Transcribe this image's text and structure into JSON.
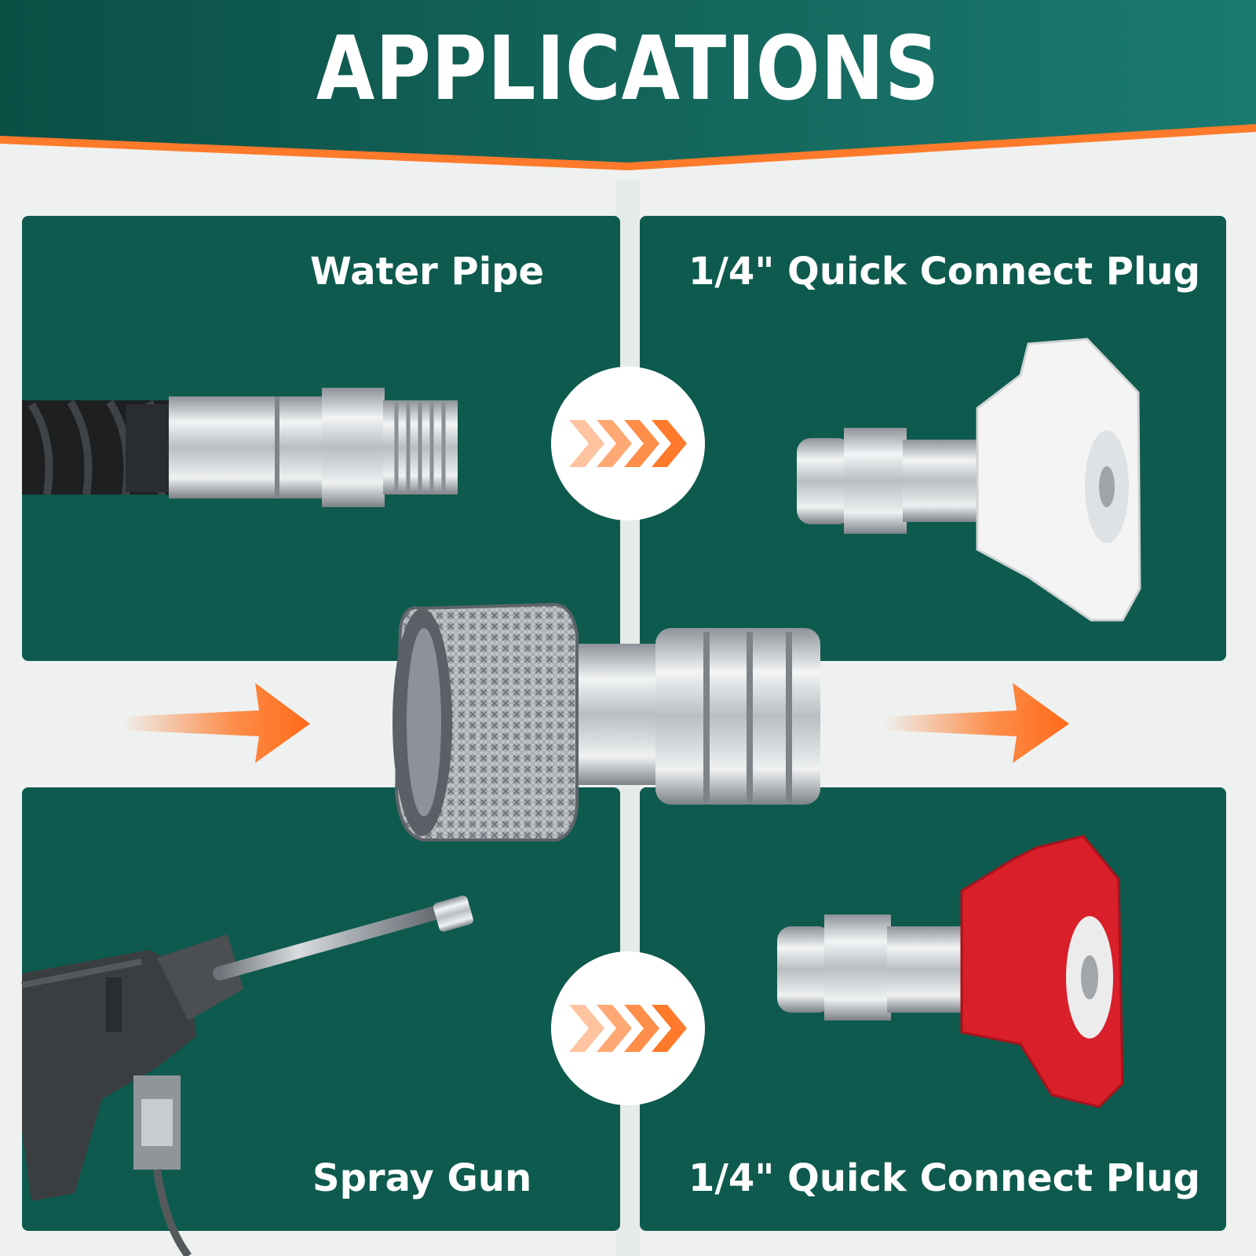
{
  "header": {
    "title": "APPLICATIONS"
  },
  "panels": {
    "top_left": {
      "label": "Water Pipe"
    },
    "top_right": {
      "label": "1/4\" Quick Connect Plug"
    },
    "bottom_left": {
      "label": "Spray Gun"
    },
    "bottom_right": {
      "label": "1/4\" Quick Connect Plug"
    }
  },
  "colors": {
    "teal": "#0e5a4e",
    "orange": "#ff6a1a",
    "red_tip": "#d81f2a",
    "white_tip": "#f4f4f4"
  },
  "icons": [
    "chevron-arrows-icon",
    "arrow-right-icon"
  ]
}
